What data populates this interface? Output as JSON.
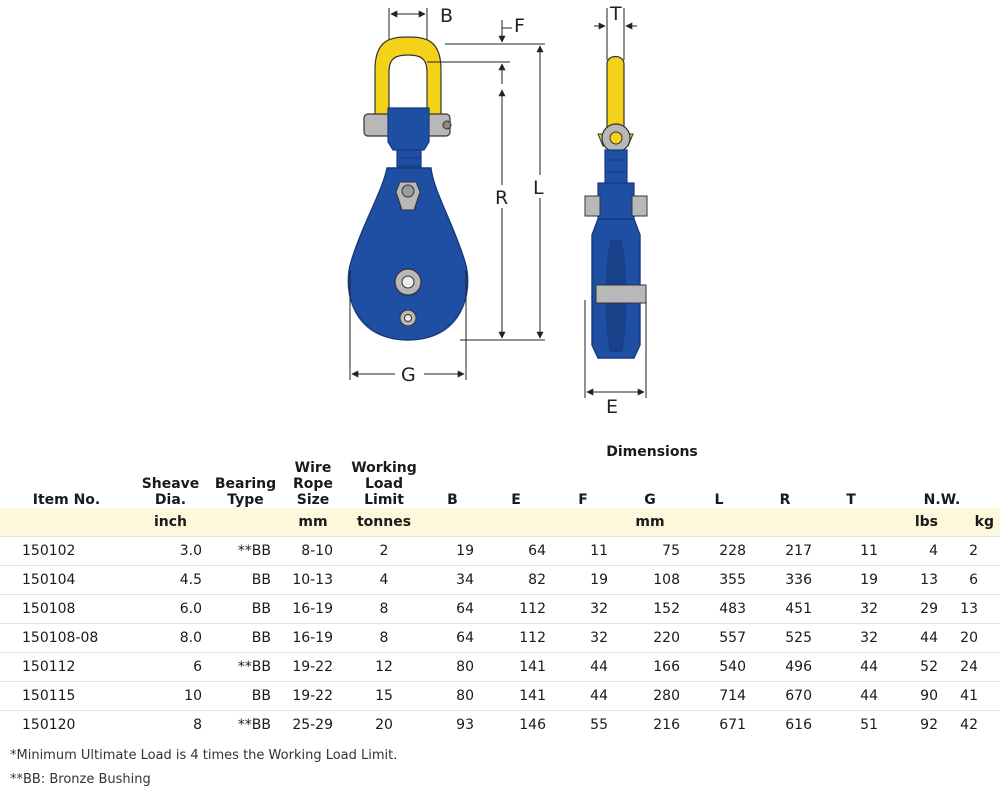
{
  "dimension_letters": {
    "B": "B",
    "F": "F",
    "T": "T",
    "R": "R",
    "L": "L",
    "G": "G",
    "E": "E"
  },
  "table": {
    "group_header": "Dimensions",
    "headers": {
      "item": "Item No.",
      "sheave": [
        "Sheave",
        "Dia."
      ],
      "bearing": [
        "Bearing",
        "Type"
      ],
      "wire": [
        "Wire",
        "Rope",
        "Size"
      ],
      "wll": [
        "Working",
        "Load",
        "Limit"
      ],
      "B": "B",
      "E": "E",
      "F": "F",
      "G": "G",
      "L": "L",
      "R": "R",
      "T": "T",
      "nw": "N.W."
    },
    "units": {
      "sheave": "inch",
      "wire": "mm",
      "wll": "tonnes",
      "dims": "mm",
      "lbs": "lbs",
      "kg": "kg"
    },
    "rows": [
      [
        "150102",
        "3.0",
        "**BB",
        "8-10",
        "2",
        "19",
        "64",
        "11",
        "75",
        "228",
        "217",
        "11",
        "4",
        "2"
      ],
      [
        "150104",
        "4.5",
        "BB",
        "10-13",
        "4",
        "34",
        "82",
        "19",
        "108",
        "355",
        "336",
        "19",
        "13",
        "6"
      ],
      [
        "150108",
        "6.0",
        "BB",
        "16-19",
        "8",
        "64",
        "112",
        "32",
        "152",
        "483",
        "451",
        "32",
        "29",
        "13"
      ],
      [
        "150108-08",
        "8.0",
        "BB",
        "16-19",
        "8",
        "64",
        "112",
        "32",
        "220",
        "557",
        "525",
        "32",
        "44",
        "20"
      ],
      [
        "150112",
        "6",
        "**BB",
        "19-22",
        "12",
        "80",
        "141",
        "44",
        "166",
        "540",
        "496",
        "44",
        "52",
        "24"
      ],
      [
        "150115",
        "10",
        "BB",
        "19-22",
        "15",
        "80",
        "141",
        "44",
        "280",
        "714",
        "670",
        "44",
        "90",
        "41"
      ],
      [
        "150120",
        "8",
        "**BB",
        "25-29",
        "20",
        "93",
        "146",
        "55",
        "216",
        "671",
        "616",
        "51",
        "92",
        "42"
      ]
    ]
  },
  "footnotes": [
    "*Minimum Ultimate Load is 4 times the Working Load Limit.",
    "**BB: Bronze Bushing"
  ],
  "colors": {
    "shackle": "#f5d21a",
    "block": "#1f4fa3",
    "block_dark": "#163a7d",
    "steel": "#b8b8b8",
    "units_bg": "#fdf8dc"
  }
}
